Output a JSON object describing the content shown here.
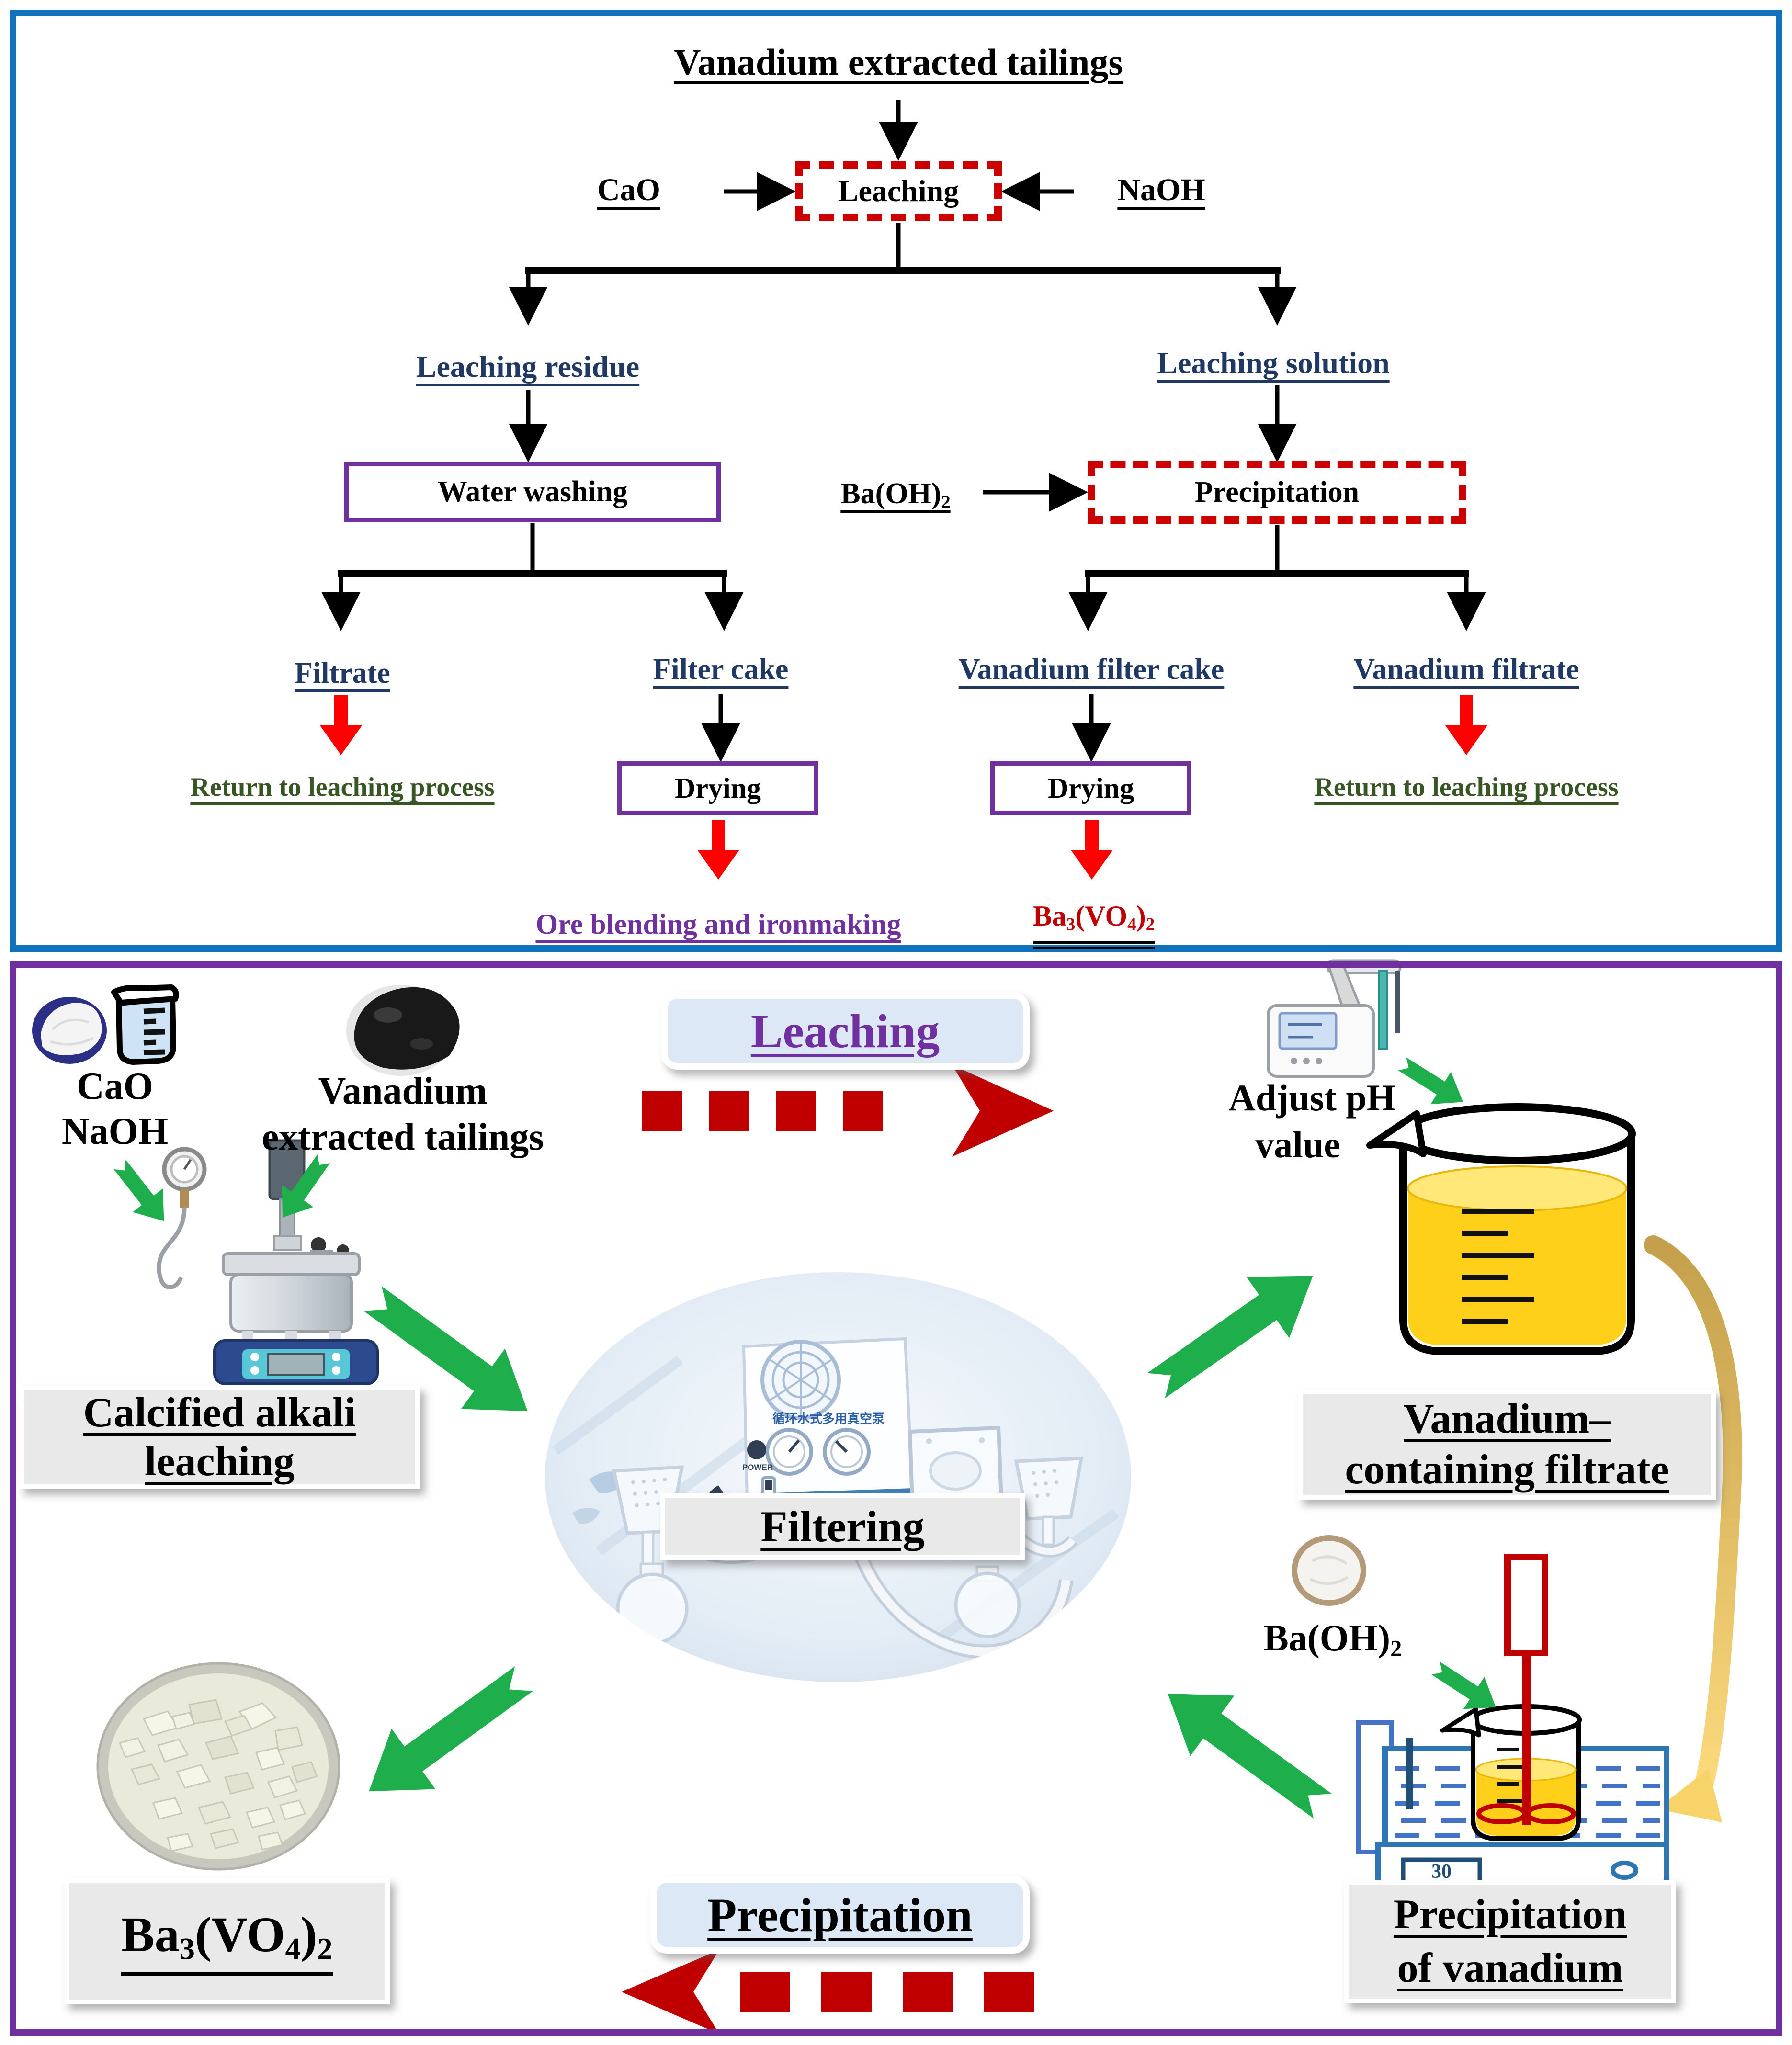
{
  "colors": {
    "panel_top_border": "#1072BC",
    "panel_bottom_border": "#7030A0",
    "navy_text": "#1F3864",
    "dark_green_text": "#375623",
    "purple_text": "#7030A0",
    "dark_red": "#C00000",
    "bright_red": "#FF0000",
    "green_arrow": "#1EAE4C",
    "gold_arrow": "#D9B85C",
    "header_box_fill": "#DCE8F5",
    "label_box_fill": "#E9E9E9",
    "liquid_yellow": "#FFD01A"
  },
  "icons": {
    "cao-powder-icon": "white powder on round dark dish",
    "naoh-beaker-icon": "beaker with pale blue solution",
    "tailings-powder-icon": "black powder pile",
    "autoclave-icon": "stirred autoclave reactor on heater base",
    "vacuum-pump-icon": "circulating water vacuum pump with funnels and flasks",
    "ph-meter-icon": "benchtop pH meter with electrode",
    "beaker-yellow-icon": "beaker with yellow filtrate",
    "baoh2-dish-icon": "white powder in round dish",
    "stirrer-water-bath-icon": "overhead stirrer beaker in water bath",
    "product-dish-icon": "dish with pale flaky product",
    "green-arrow-icon": "thick green flow arrow",
    "red-dashed-arrow-icon": "dark red dashed process arrow",
    "gold-curved-arrow-icon": "curved gold transfer arrow"
  },
  "top": {
    "title": "Vanadium extracted tailings",
    "cao": "CaO",
    "naoh": "NaOH",
    "leaching": "Leaching",
    "leaching_residue": "Leaching residue",
    "leaching_solution": "Leaching solution",
    "water_washing": "Water washing",
    "baoh2": {
      "p1": "Ba(OH)",
      "s1": "2"
    },
    "precipitation": "Precipitation",
    "filtrate": "Filtrate",
    "filter_cake": "Filter cake",
    "vanadium_filter_cake": "Vanadium filter cake",
    "vanadium_filtrate": "Vanadium filtrate",
    "return_left": "Return to leaching process",
    "return_right": "Return to leaching process",
    "drying_left": "Drying",
    "drying_right": "Drying",
    "ore_blending": "Ore blending and ironmaking",
    "product": {
      "p1": "Ba",
      "s1": "3",
      "p2": "(VO",
      "s2": "4",
      "p3": ")",
      "s3": "2"
    }
  },
  "bottom": {
    "header_leaching": "Leaching",
    "header_precipitation": "Precipitation",
    "cao": "CaO",
    "naoh": "NaOH",
    "tailings_line1": "Vanadium",
    "tailings_line2": "extracted tailings",
    "calcified_line1": "Calcified alkali",
    "calcified_line2": "leaching",
    "filtering": "Filtering",
    "adjust_line1": "Adjust pH",
    "adjust_line2": "value",
    "vcf_line1": "Vanadium–",
    "vcf_line2": "containing filtrate",
    "baoh2": {
      "p1": "Ba(OH)",
      "s1": "2"
    },
    "precip_line1": "Precipitation",
    "precip_line2": "of vanadium",
    "product": {
      "p1": "Ba",
      "s1": "3",
      "p2": "(VO",
      "s2": "4",
      "p3": ")",
      "s3": "2"
    },
    "pump_label": "循环水式多用真空泵",
    "pump_power": "POWER",
    "water_bath_display": "30"
  }
}
